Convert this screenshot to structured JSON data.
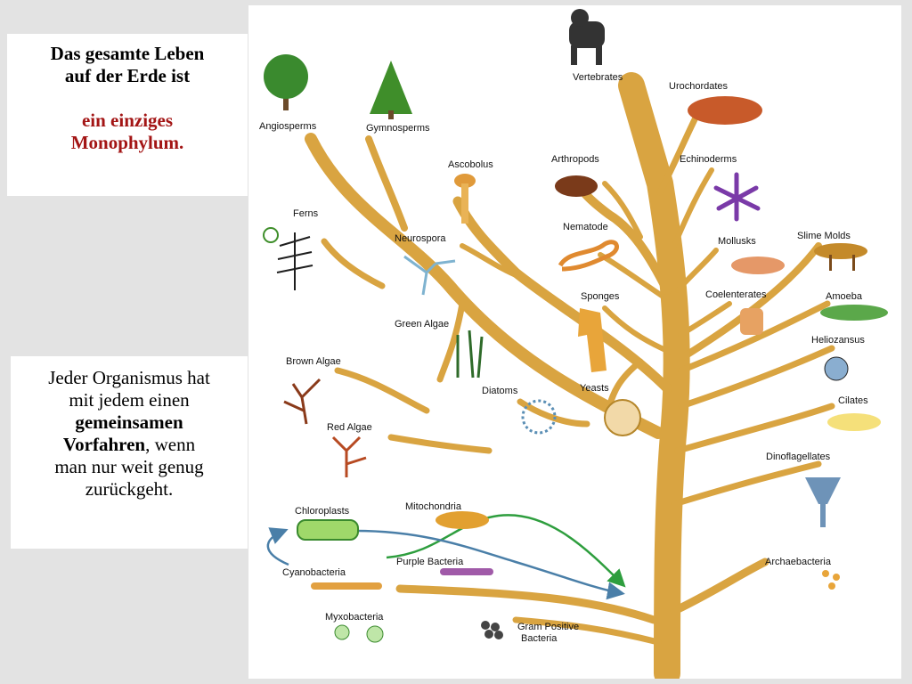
{
  "text_box_top": {
    "line1": "Das gesamte Leben",
    "line2": "auf der Erde ist",
    "line3": "ein einziges",
    "line4": "Monophylum."
  },
  "text_box_bottom": {
    "line1": "Jeder Organismus hat",
    "line2": "mit jedem einen",
    "line3": "gemeinsamen",
    "line4_bold": "Vorfahren",
    "line4_rest": ", wenn",
    "line5": "man nur weit genug",
    "line6": "zurückgeht."
  },
  "tree_labels": {
    "vertebrates": "Vertebrates",
    "urochordates": "Urochordates",
    "angiosperms": "Angiosperms",
    "gymnosperms": "Gymnosperms",
    "ascobolus": "Ascobolus",
    "arthropods": "Arthropods",
    "echinoderms": "Echinoderms",
    "ferns": "Ferns",
    "neurospora": "Neurospora",
    "nematode": "Nematode",
    "mollusks": "Mollusks",
    "slime_molds": "Slime Molds",
    "sponges": "Sponges",
    "coelenterates": "Coelenterates",
    "amoeba": "Amoeba",
    "green_algae": "Green Algae",
    "heliozansus": "Heliozansus",
    "brown_algae": "Brown Algae",
    "diatoms": "Diatoms",
    "yeasts": "Yeasts",
    "cilates": "Cilates",
    "red_algae": "Red Algae",
    "dinoflagellates": "Dinoflagellates",
    "chloroplasts": "Chloroplasts",
    "mitochondria": "Mitochondria",
    "purple_bacteria": "Purple Bacteria",
    "cyanobacteria": "Cyanobacteria",
    "archaebacteria": "Archaebacteria",
    "myxobacteria": "Myxobacteria",
    "gram_positive_1": "Gram Positive",
    "gram_positive_2": "Bacteria"
  },
  "colors": {
    "trunk": "#d9a441",
    "trunk_outline": "#a77722",
    "arrow_green": "#2e9e3e",
    "arrow_blue": "#4a7fa8",
    "title_red": "#a31515"
  }
}
